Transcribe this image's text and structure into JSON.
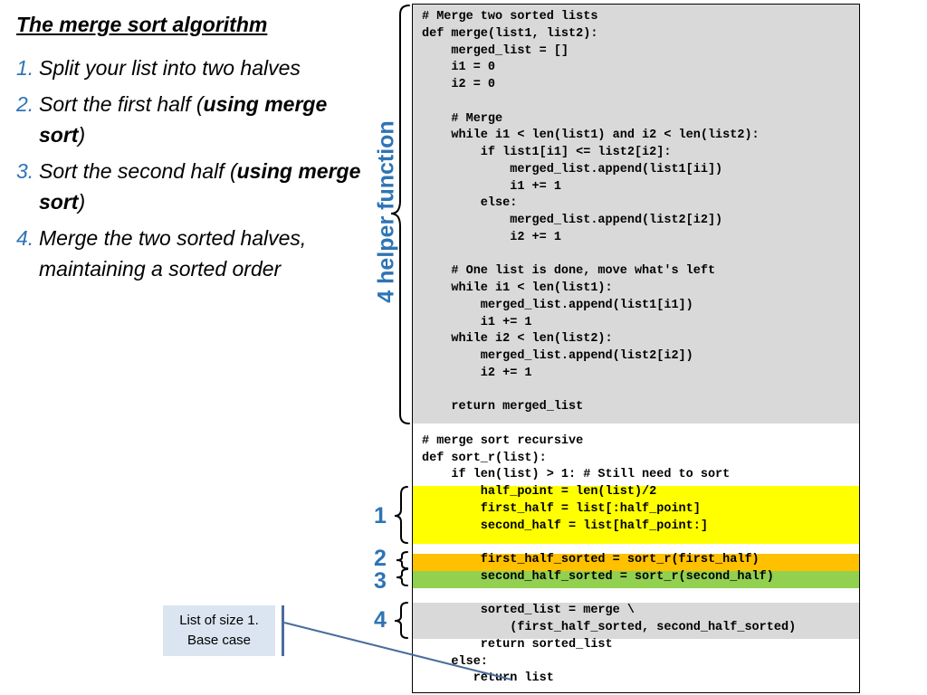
{
  "slide": {
    "title": "The merge sort algorithm",
    "steps": [
      {
        "num": "1.",
        "parts": [
          {
            "text": "Split your list into two halves",
            "bold": false
          }
        ]
      },
      {
        "num": "2.",
        "parts": [
          {
            "text": "Sort the first half (",
            "bold": false
          },
          {
            "text": "using merge sort",
            "bold": true
          },
          {
            "text": ")",
            "bold": false
          }
        ]
      },
      {
        "num": "3.",
        "parts": [
          {
            "text": "Sort the second half (",
            "bold": false
          },
          {
            "text": "using merge sort",
            "bold": true
          },
          {
            "text": ")",
            "bold": false
          }
        ]
      },
      {
        "num": "4.",
        "parts": [
          {
            "text": "Merge the two sorted halves, maintaining a sorted order",
            "bold": false
          }
        ]
      }
    ],
    "helper_label": "4 helper function",
    "step_labels": [
      "1",
      "2",
      "3",
      "4"
    ],
    "callout": [
      "List of size 1.",
      "Base case"
    ]
  },
  "code_lines": [
    "# Merge two sorted lists",
    "def merge(list1, list2):",
    "    merged_list = []",
    "    i1 = 0",
    "    i2 = 0",
    "",
    "    # Merge",
    "    while i1 < len(list1) and i2 < len(list2):",
    "        if list1[i1] <= list2[i2]:",
    "            merged_list.append(list1[ii])",
    "            i1 += 1",
    "        else:",
    "            merged_list.append(list2[i2])",
    "            i2 += 1",
    "",
    "    # One list is done, move what's left",
    "    while i1 < len(list1):",
    "        merged_list.append(list1[i1])",
    "        i1 += 1",
    "    while i2 < len(list2):",
    "        merged_list.append(list2[i2])",
    "        i2 += 1",
    "",
    "    return merged_list",
    "",
    "# merge sort recursive",
    "def sort_r(list):",
    "    if len(list) > 1: # Still need to sort",
    "        half_point = len(list)/2",
    "        first_half = list[:half_point]",
    "        second_half = list[half_point:]",
    "",
    "        first_half_sorted = sort_r(first_half)",
    "        second_half_sorted = sort_r(second_half)",
    "",
    "        sorted_list = merge \\",
    "            (first_half_sorted, second_half_sorted)",
    "        return sorted_list",
    "    else:",
    "       return list"
  ],
  "colors": {
    "accent_blue": "#2e74b5",
    "helper_gray": "#d9d9d9",
    "step1_yellow": "#ffff00",
    "step2_orange": "#ffc000",
    "step3_green": "#92d050",
    "callout_fill": "#dbe5f1",
    "callout_line": "#4a6d9c"
  }
}
